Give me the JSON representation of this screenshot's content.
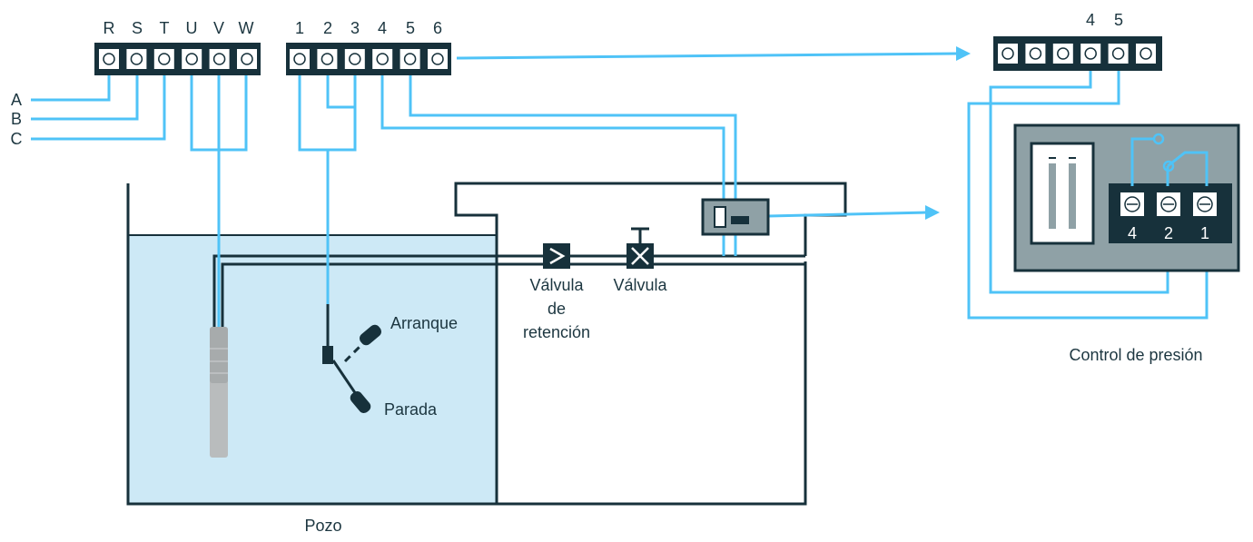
{
  "colors": {
    "wire": "#4fc3f7",
    "dark": "#17313b",
    "water": "#cde9f6",
    "panel": "#8fa1a6",
    "pump": "#b9bcbd"
  },
  "supply_lines": [
    "A",
    "B",
    "C"
  ],
  "power_terminals": [
    "R",
    "S",
    "T",
    "U",
    "V",
    "W"
  ],
  "control_terminals": [
    "1",
    "2",
    "3",
    "4",
    "5",
    "6"
  ],
  "pressure_terminal_labels": [
    "4",
    "5"
  ],
  "switch_terminals": [
    "4",
    "2",
    "1"
  ],
  "labels": {
    "start": "Arranque",
    "stop": "Parada",
    "check_valve": [
      "Válvula",
      "de",
      "retención"
    ],
    "valve": "Válvula",
    "well": "Pozo",
    "pressure_control": "Control de presión"
  },
  "icons": {
    "check_valve": "check-valve-icon",
    "gate_valve": "gate-valve-icon",
    "float_switch": "float-switch-icon",
    "pump": "submersible-pump-icon",
    "pressure_switch": "pressure-switch-icon"
  }
}
